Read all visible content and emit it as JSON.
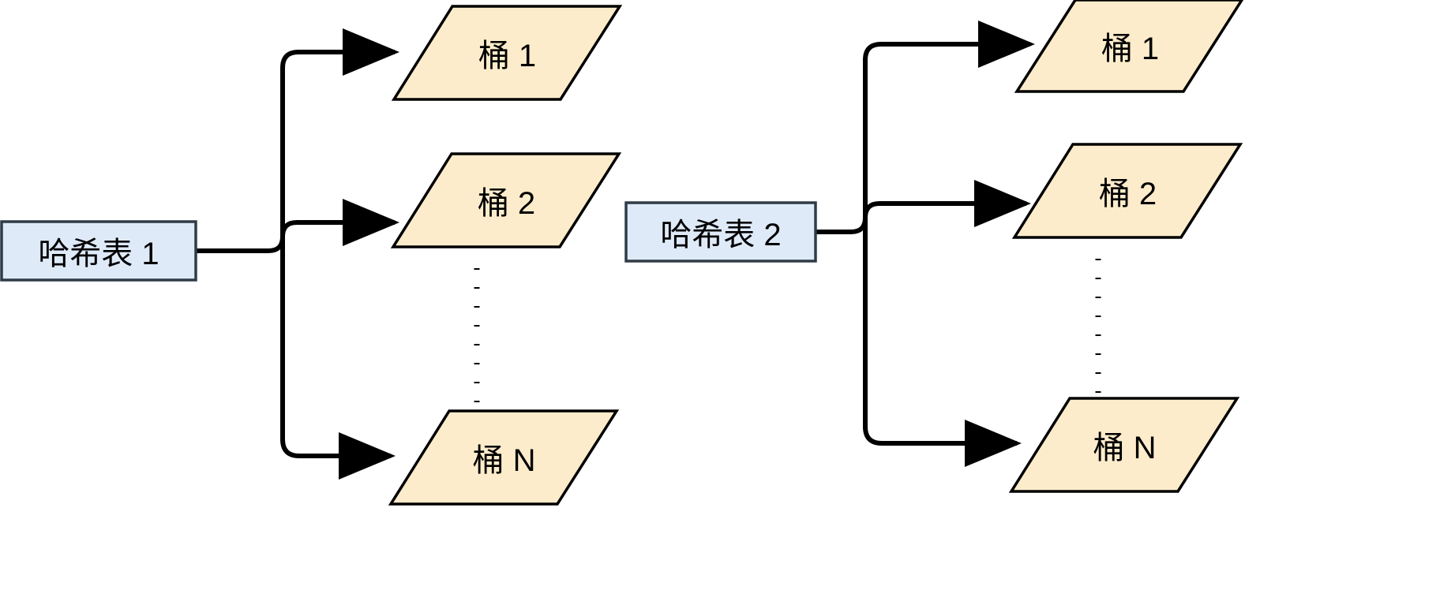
{
  "diagram": {
    "type": "flowchart",
    "title": "",
    "colors": {
      "table_fill": "#dfeaf9",
      "table_stroke": "#2f3b47",
      "bucket_fill": "#fdeccb",
      "bucket_stroke": "#000000",
      "connector": "#000000",
      "background": "#ffffff",
      "text": "#000000"
    },
    "groups": [
      {
        "id": "group-1",
        "table": {
          "label": "哈希表 1",
          "shape": "rectangle"
        },
        "buckets": [
          {
            "label": "桶 1",
            "shape": "parallelogram"
          },
          {
            "label": "桶 2",
            "shape": "parallelogram"
          },
          {
            "label": "桶 N",
            "shape": "parallelogram"
          }
        ],
        "ellipsis": "vertical-dotted"
      },
      {
        "id": "group-2",
        "table": {
          "label": "哈希表 2",
          "shape": "rectangle"
        },
        "buckets": [
          {
            "label": "桶 1",
            "shape": "parallelogram"
          },
          {
            "label": "桶 2",
            "shape": "parallelogram"
          },
          {
            "label": "桶 N",
            "shape": "parallelogram"
          }
        ],
        "ellipsis": "vertical-dotted"
      }
    ]
  }
}
